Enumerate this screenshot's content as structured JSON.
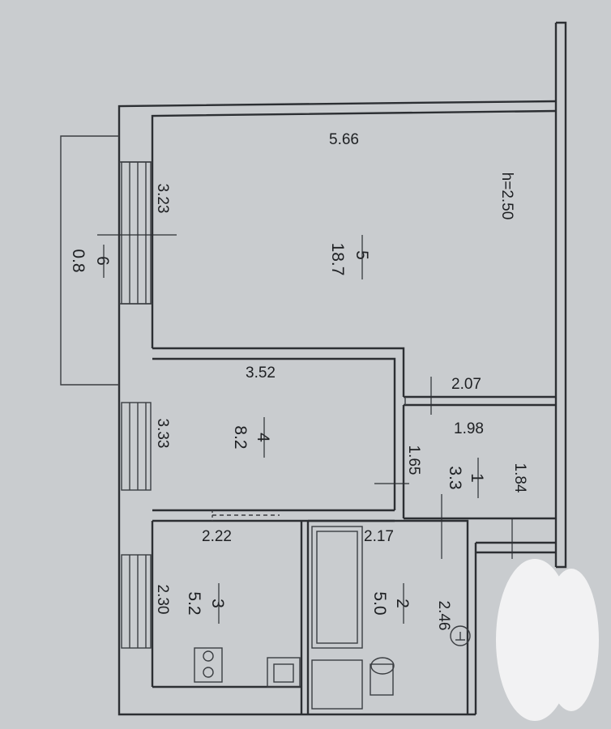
{
  "plan": {
    "ceiling_height": "h=2.50",
    "rooms": [
      {
        "id": "1",
        "number": "1",
        "area": "3.3",
        "width": "1.98",
        "depth": "1.84"
      },
      {
        "id": "2",
        "number": "2",
        "area": "5.0",
        "width": "2.17",
        "depth": "2.46"
      },
      {
        "id": "3",
        "number": "3",
        "area": "5.2",
        "width": "2.22",
        "depth": "2.30"
      },
      {
        "id": "4",
        "number": "4",
        "area": "8.2",
        "width": "3.52",
        "depth": "3.33"
      },
      {
        "id": "5",
        "number": "5",
        "area": "18.7",
        "width": "5.66",
        "depth": "3.23"
      },
      {
        "id": "6",
        "number": "6",
        "area": "0.8"
      }
    ],
    "extra_dims": {
      "corridor_width": "2.07",
      "corridor_depth": "1.65"
    }
  },
  "colors": {
    "paper": "#c9cccf",
    "ink": "#2c2f33",
    "blur": "#f2f2f3"
  }
}
